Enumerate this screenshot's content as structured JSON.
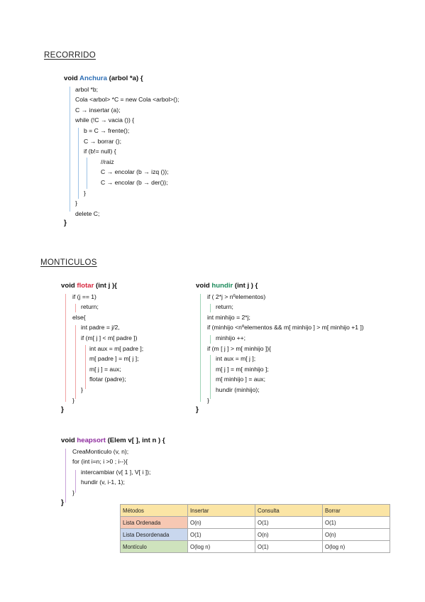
{
  "recorrido": {
    "title": "RECORRIDO",
    "sig_prefix": "void ",
    "sig_name": "Anchura",
    "sig_params": " (arbol *a) {",
    "lines": [
      "arbol *b;",
      "Cola <arbol> *C = new Cola <arbol>();",
      "C → insertar (a);",
      "while (!C → vacia ()) {",
      "b = C → frente();",
      "C → borrar ();",
      "if (b!= null) {",
      "//raiz",
      "C → encolar (b → izq ());",
      "C → encolar (b → der());",
      "}",
      "}",
      "delete C;"
    ],
    "close": "}"
  },
  "monticulos": {
    "title": "MONTICULOS",
    "flotar": {
      "sig_prefix": "void ",
      "sig_name": "flotar",
      "sig_params": " (int j ){",
      "lines": [
        "if (j == 1)",
        "return;",
        "else{",
        "int padre = j/2,",
        "if (m[ j ] < m[ padre ])",
        "int aux = m[ padre ];",
        "m[ padre ] = m[ j ];",
        "m[ j ] = aux;",
        "flotar (padre);",
        "}",
        "}"
      ],
      "close": "}"
    },
    "hundir": {
      "sig_prefix": "void ",
      "sig_name": "hundir",
      "sig_params": " (int j ) {",
      "lines": [
        "if ( 2*j > nºelementos)",
        "return;",
        "int minhijo = 2*j;",
        "if (minhijo <nºelementos && m[ minhijo ] > m[ minhijo +1 ])",
        "minhijo ++;",
        "if (m [ j ] > m[ minhijo ]){",
        "int aux = m[ j ];",
        "m[ j ] = m[ minhijo ];",
        "m[ minhijo ] = aux;",
        "hundir (minhijo);",
        "}"
      ],
      "close": "}"
    },
    "heapsort": {
      "sig_prefix": "void ",
      "sig_name": "heapsort",
      "sig_params": " (Elem v[ ], int n ) {",
      "lines": [
        "CreaMonticulo (v, n);",
        "for (int i=n; i >0 ; i--){",
        "intercambiar (v[ 1 ], V[ i ]);",
        "hundir (v, i-1, 1);",
        "}"
      ],
      "close": "}"
    }
  },
  "table": {
    "headers": [
      "Métodos",
      "Insertar",
      "Consulta",
      "Borrar"
    ],
    "rows": [
      {
        "label": "Lista Ordenada",
        "color": "#f7c8b3",
        "cells": [
          "O(n)",
          "O(1)",
          "O(1)"
        ]
      },
      {
        "label": "Lista Desordenada",
        "color": "#c9d7ee",
        "cells": [
          "O(1)",
          "O(n)",
          "O(n)"
        ]
      },
      {
        "label": "Montículo",
        "color": "#cfe3bd",
        "cells": [
          "O(log n)",
          "O(1)",
          "O(log n)"
        ]
      }
    ]
  }
}
